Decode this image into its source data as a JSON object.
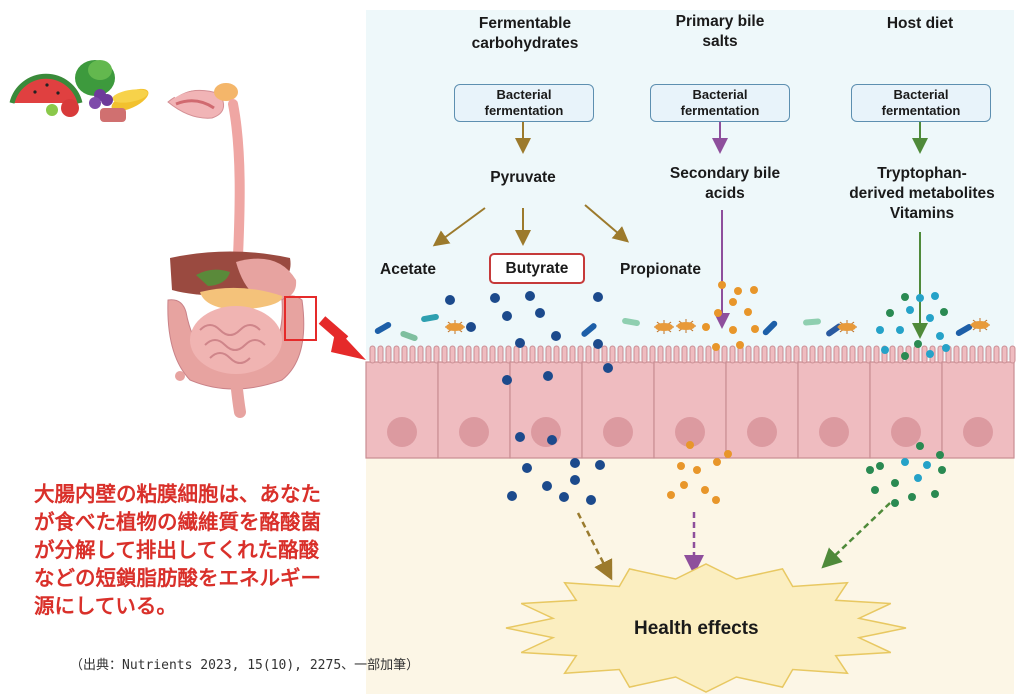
{
  "columns": [
    {
      "title_lines": [
        "Fermentable",
        "carbohydrates"
      ],
      "box_lines": [
        "Bacterial",
        "fermentation"
      ]
    },
    {
      "title_lines": [
        "Primary bile",
        "salts"
      ],
      "box_lines": [
        "Bacterial",
        "fermentation"
      ]
    },
    {
      "title_lines": [
        "Host diet"
      ],
      "box_lines": [
        "Bacterial",
        "fermentation"
      ]
    }
  ],
  "pyruvate": "Pyruvate",
  "secondary_bile_acids_lines": [
    "Secondary bile",
    "acids"
  ],
  "tryptophan_lines": [
    "Tryptophan-",
    "derived metabolites",
    "Vitamins"
  ],
  "scfa": {
    "acetate": "Acetate",
    "butyrate": "Butyrate",
    "propionate": "Propionate"
  },
  "health_effects": "Health effects",
  "japanese_text_lines": [
    "大腸内壁の粘膜細胞は、あなた",
    "が食べた植物の繊維質を酪酸菌",
    "が分解して排出してくれた酪酸",
    "などの短鎖脂肪酸をエネルギー",
    "源にしている。"
  ],
  "source_note": "（出典：Nutrients 2023, 15(10), 2275、一部加筆）",
  "icons": [
    "food-illustration-icon",
    "mouth-illustration-icon",
    "digestive-system-icon",
    "zoom-arrow-icon",
    "bacteria-icon",
    "starburst-icon"
  ],
  "colors": {
    "upper_bg": "#eef8fa",
    "lower_bg": "#fcf6e6",
    "cell_fill": "#efbcc0",
    "cell_stroke": "#c98d93",
    "nucleus": "#dc9aa0",
    "arrow_brown": "#9c7a2c",
    "arrow_purple": "#8e4f9c",
    "arrow_green": "#4f8a3a",
    "butyrate_dot": "#1c4a8c",
    "bile_dot": "#e8962a",
    "trp_dot_teal": "#25a2c8",
    "trp_dot_green": "#2a8a52",
    "highlight_red": "#d93030"
  }
}
